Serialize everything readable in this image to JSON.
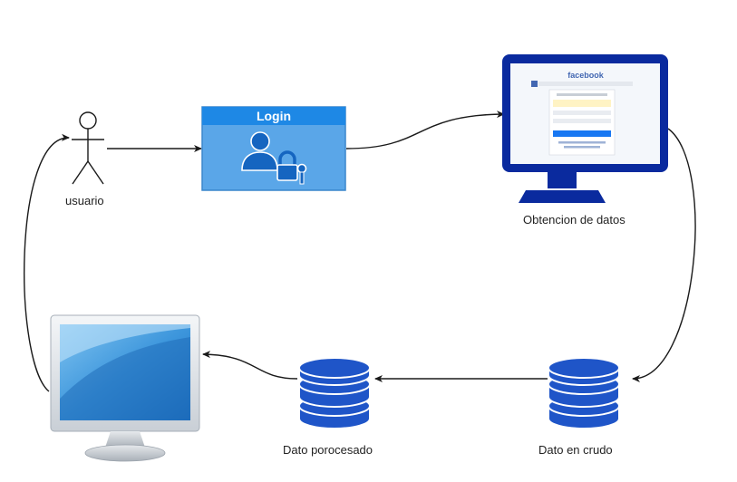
{
  "nodes": {
    "user": {
      "label": "usuario"
    },
    "login": {
      "title": "Login"
    },
    "obtain": {
      "label": "Obtencion de datos",
      "screen_brand": "facebook"
    },
    "raw": {
      "label": "Dato en crudo"
    },
    "processed": {
      "label": "Dato porocesado"
    }
  },
  "colors": {
    "login_fill": "#5aa6e8",
    "login_header": "#1e88e5",
    "monitor_frame": "#0a2a9e",
    "database": "#1f55c8",
    "facebook_blue": "#4267b2",
    "arrow": "#1a1a1a"
  },
  "edges": [
    {
      "from": "user",
      "to": "login"
    },
    {
      "from": "login",
      "to": "obtain"
    },
    {
      "from": "obtain",
      "to": "raw"
    },
    {
      "from": "raw",
      "to": "processed"
    },
    {
      "from": "processed",
      "to": "display"
    },
    {
      "from": "display",
      "to": "user"
    }
  ]
}
